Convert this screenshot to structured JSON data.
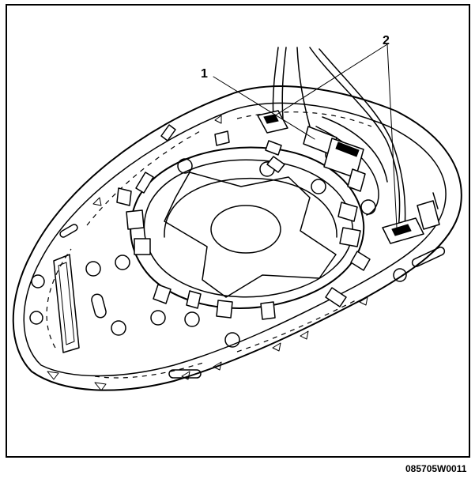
{
  "figure": {
    "callouts": [
      {
        "label": "1"
      },
      {
        "label": "2"
      }
    ],
    "reference_code": "085705W0011"
  },
  "colors": {
    "ink": "#000000",
    "background": "#ffffff"
  }
}
